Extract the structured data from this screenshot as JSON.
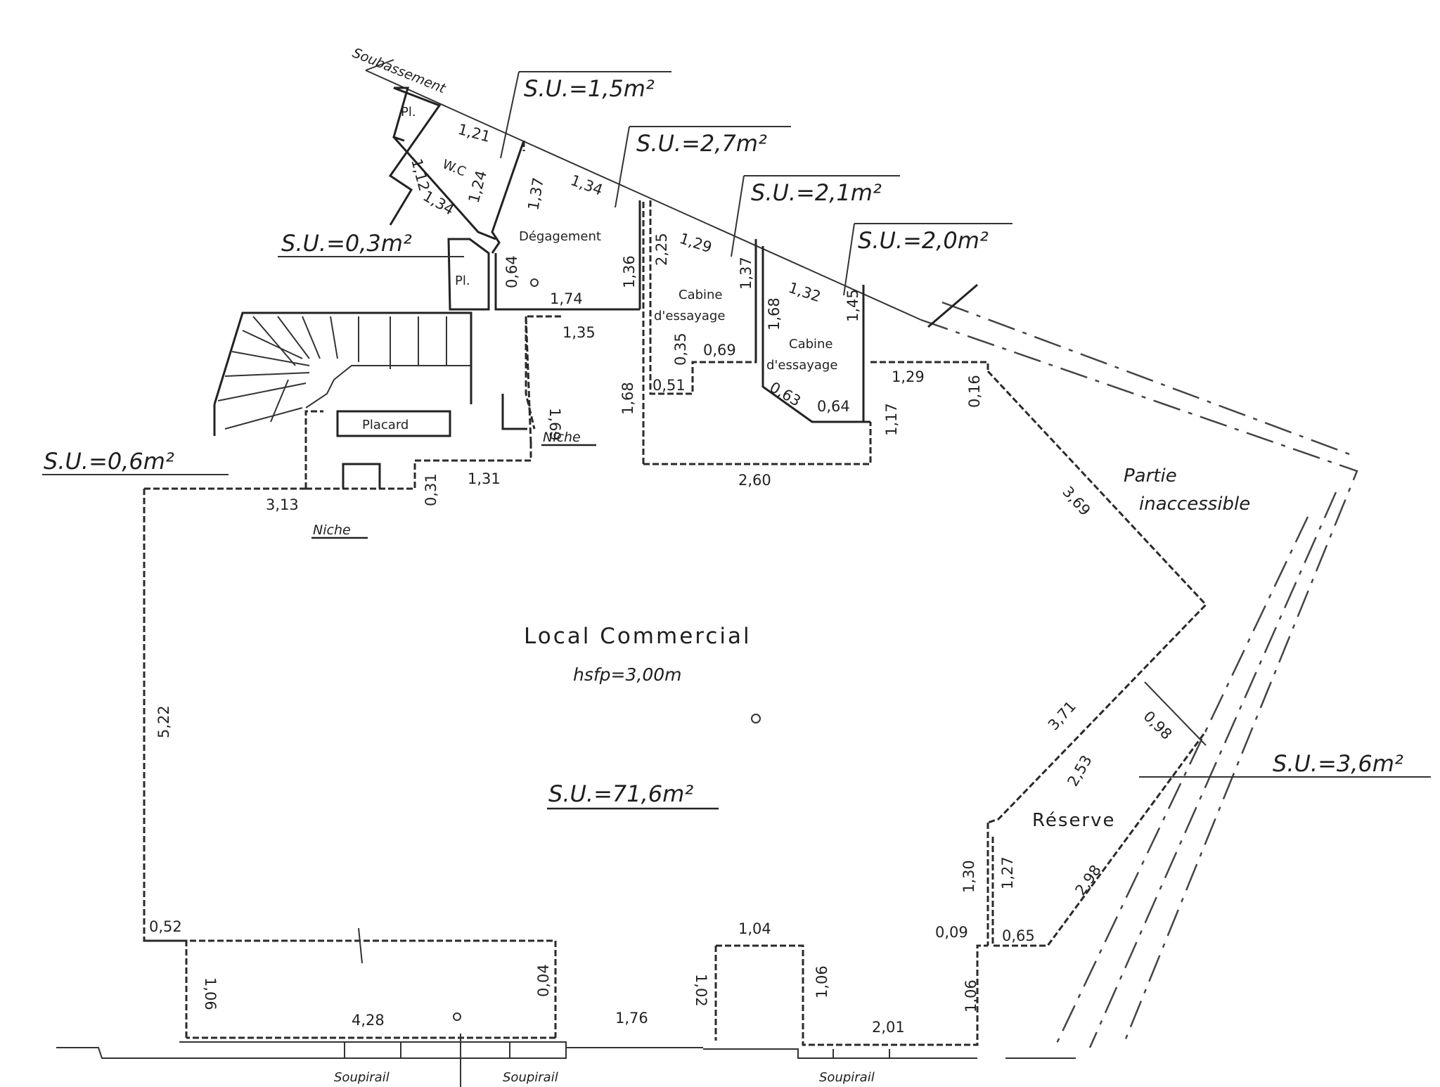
{
  "rooms": {
    "local_commercial": "Local Commercial",
    "height": "hsfp=3,00m",
    "degagement": "Dégagement",
    "wc": "W.C",
    "cabine1_a": "Cabine",
    "cabine1_b": "d'essayage",
    "cabine2_a": "Cabine",
    "cabine2_b": "d'essayage",
    "placard": "Placard",
    "reserve": "Réserve",
    "partie_a": "Partie",
    "partie_b": "inaccessible",
    "soubassement": "Soubassement",
    "pl1": "Pl.",
    "pl2": "Pl."
  },
  "areas": {
    "su_wc": "S.U.=1,5m²",
    "su_degagement": "S.U.=2,7m²",
    "su_cabine1": "S.U.=2,1m²",
    "su_cabine2": "S.U.=2,0m²",
    "su_pl": "S.U.=0,3m²",
    "su_placard": "S.U.=0,6m²",
    "su_local": "S.U.=71,6m²",
    "su_reserve": "S.U.=3,6m²"
  },
  "labels": {
    "niche1": "Niche",
    "niche2": "Niche",
    "soupirail1": "Soupirail",
    "soupirail2": "Soupirail",
    "soupirail3": "Soupirail"
  },
  "dimensions": {
    "d_1_21": "1,21",
    "d_1_12": "1,12",
    "d_1_34a": "1,34",
    "d_1_24": "1,24",
    "d_1_37a": "1,37",
    "d_1_34b": "1,34",
    "d_0_64a": "0,64",
    "d_1_74": "1,74",
    "d_1_36": "1,36",
    "d_1_35": "1,35",
    "d_2_25": "2,25",
    "d_1_29a": "1,29",
    "d_1_37b": "1,37",
    "d_0_35": "0,35",
    "d_0_69": "0,69",
    "d_0_51": "0,51",
    "d_1_68a": "1,68",
    "d_1_32": "1,32",
    "d_1_45": "1,45",
    "d_0_63": "0,63",
    "d_0_64b": "0,64",
    "d_1_68b": "1,68",
    "d_1_29b": "1,29",
    "d_0_16": "0,16",
    "d_1_17": "1,17",
    "d_2_60": "2,60",
    "d_1_69": "1,69",
    "d_1_31": "1,31",
    "d_0_31": "0,31",
    "d_3_13": "3,13",
    "d_3_69": "3,69",
    "d_5_22": "5,22",
    "d_3_71": "3,71",
    "d_0_98": "0,98",
    "d_2_53": "2,53",
    "d_1_30": "1,30",
    "d_1_27": "1,27",
    "d_2_98": "2,98",
    "d_0_09": "0,09",
    "d_0_65": "0,65",
    "d_0_52": "0,52",
    "d_1_06a": "1,06",
    "d_4_28": "4,28",
    "d_0_04": "0,04",
    "d_1_76": "1,76",
    "d_1_02": "1,02",
    "d_1_04": "1,04",
    "d_1_06b": "1,06",
    "d_2_01": "2,01",
    "d_1_06c": "1,06"
  }
}
